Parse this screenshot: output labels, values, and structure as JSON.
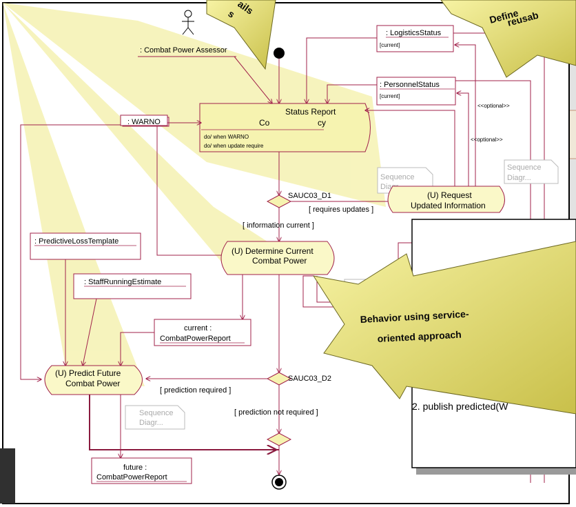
{
  "actor": {
    "label": ": Combat Power Assessor"
  },
  "objects": {
    "logistics": {
      "name": ": LogisticsStatus",
      "state": "[current]"
    },
    "personnel": {
      "name": ": PersonnelStatus",
      "state": "[current]"
    },
    "warno": {
      "name": ": WARNO"
    },
    "predictive_template": {
      "name": ": PredictiveLossTemplate"
    },
    "staff_estimate": {
      "name": ": StaffRunningEstimate"
    },
    "current_report": {
      "line1": "current :",
      "line2": "CombatPowerReport"
    },
    "future_report": {
      "line1": "future :",
      "line2": "CombatPowerReport"
    }
  },
  "activities": {
    "status_report": {
      "title_line1": "Status Report",
      "title_line2": "Co",
      "title_line2b": "cy",
      "do1": "do/ when WARNO",
      "do2": "do/ when update require"
    },
    "request_info": {
      "line1": "(U) Request",
      "line2": "Updated Information"
    },
    "determine_power": {
      "line1": "(U) Determine Current",
      "line2": "Combat Power"
    },
    "predict_power": {
      "line1": "(U) Predict Future",
      "line2": "Combat Power"
    }
  },
  "decisions": {
    "d1": "SAUC03_D1",
    "d2": "SAUC03_D2"
  },
  "guards": {
    "requires_updates": "[ requires updates ]",
    "information_current": "[ information current ]",
    "prediction_required": "[ prediction required ]",
    "prediction_not_required": "[ prediction not required ]"
  },
  "stereotypes": {
    "optional1": "<<optional>>",
    "optional2": "<<optional>>"
  },
  "sequence_notes": {
    "note_line1": "Sequence",
    "note_line2": "Diagr...",
    "partial": "quence"
  },
  "callouts": {
    "top_left_text": "s",
    "top_left_text2": "ails",
    "top_right_line1": "Define",
    "top_right_line2": "reusab",
    "center_line1": "Behavior using service-",
    "center_line2": "oriented approach"
  },
  "overlay": {
    "text": "2. publish predicted(W"
  },
  "colors": {
    "line": "#a0204a",
    "callout_fill": "#f3ee9a",
    "callout_stroke": "#7f7a20",
    "activity_fill": "#faf8c8",
    "highlight": "#f6f3b0"
  }
}
